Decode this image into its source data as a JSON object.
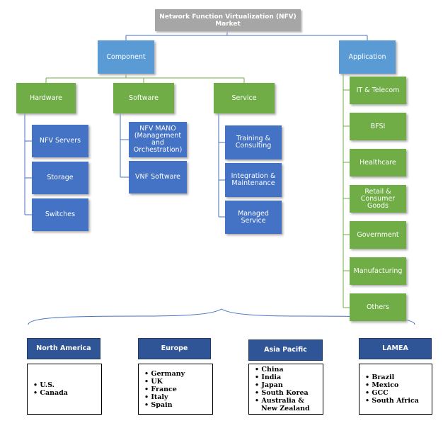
{
  "title": "Network Function Virtualization (NFV)\nMarket",
  "component": {
    "label": "Component",
    "hardware": {
      "label": "Hardware",
      "items": [
        "NFV Servers",
        "Storage",
        "Switches"
      ]
    },
    "software": {
      "label": "Software",
      "items": [
        "NFV MANO\n(Management\nand\nOrchestration)",
        "VNF Software"
      ]
    },
    "service": {
      "label": "Service",
      "items": [
        "Training &\nConsulting",
        "Integration &\nMaintenance",
        "Managed\nService"
      ]
    }
  },
  "application": {
    "label": "Application",
    "items": [
      "IT & Telecom",
      "BFSI",
      "Healthcare",
      "Retail &\nConsumer\nGoods",
      "Government",
      "Manufacturing",
      "Others"
    ]
  },
  "regions": [
    {
      "name": "North America",
      "countries": [
        "U.S.",
        "Canada"
      ]
    },
    {
      "name": "Europe",
      "countries": [
        "Germany",
        "UK",
        "France",
        "Italy",
        "Spain"
      ]
    },
    {
      "name": "Asia Pacific",
      "countries": [
        "China",
        "India",
        "Japan",
        "South Korea",
        "Australia &\nNew Zealand"
      ]
    },
    {
      "name": "LAMEA",
      "countries": [
        "Brazil",
        "Mexico",
        "GCC",
        "South Africa"
      ]
    }
  ],
  "colors": {
    "title": "#a6a6a6",
    "category": "#5b9bd5",
    "segment": "#70ad47",
    "leaf": "#4472c4",
    "region": "#2f5597"
  }
}
